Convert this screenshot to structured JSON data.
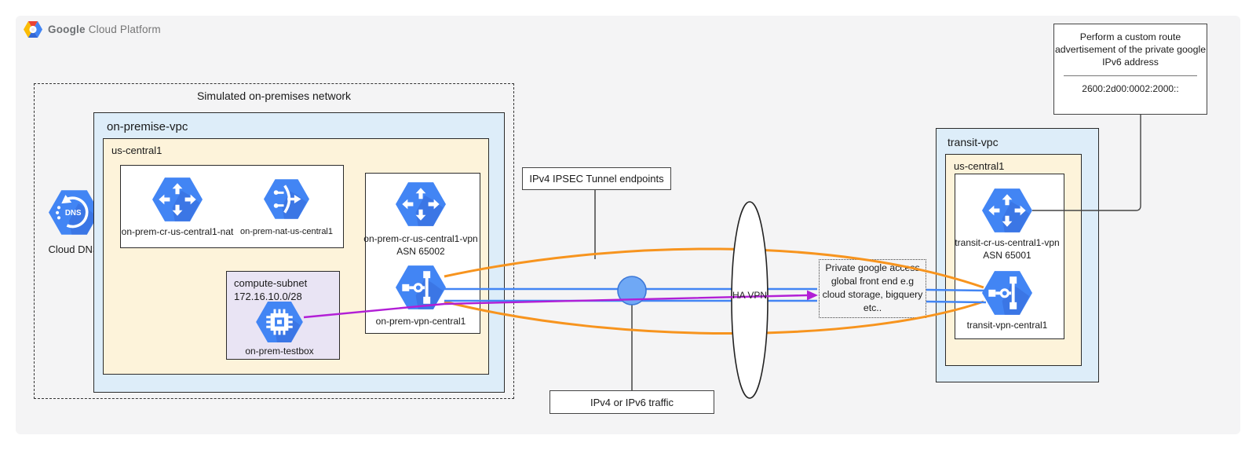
{
  "logo": {
    "part1": "Google",
    "part2": "Cloud Platform"
  },
  "onprem": {
    "outer_label": "Simulated on-premises network",
    "vpc_label": "on-premise-vpc",
    "region_label": "us-central1",
    "dns_label": "Cloud DNS",
    "router_nat_label": "on-prem-cr-us-central1-nat",
    "nat_label": "on-prem-nat-us-central1",
    "subnet_name": "compute-subnet",
    "subnet_cidr": "172.16.10.0/28",
    "testbox_label": "on-prem-testbox",
    "vpn_router_label": "on-prem-cr-us-central1-vpn",
    "vpn_router_asn": "ASN 65002",
    "vpn_gateway_label": "on-prem-vpn-central1"
  },
  "middle": {
    "ipsec_label": "IPv4 IPSEC Tunnel endpoints",
    "traffic_label": "IPv4 or IPv6 traffic",
    "ha_vpn_label": "HA VPN",
    "pga_lines": [
      "Private google access",
      "global front end e.g",
      "cloud storage, bigquery",
      "etc.."
    ]
  },
  "transit": {
    "vpc_label": "transit-vpc",
    "region_label": "us-central1",
    "router_label": "transit-cr-us-central1-vpn",
    "router_asn": "ASN 65001",
    "vpn_gateway_label": "transit-vpn-central1"
  },
  "annotation": {
    "lines": [
      "Perform a custom route",
      "advertisement of the private google",
      "IPv6 address"
    ],
    "address": "2600:2d00:0002:2000::"
  },
  "colors": {
    "canvas_gray": "#f4f4f5",
    "vpc_fill": "#ddedf9",
    "region_fill": "#fdf3da",
    "subnet_fill": "#e9e4f4",
    "icon_blue": "#4285f4",
    "icon_shadow": "#3367d6",
    "tunnel_orange": "#f7941e",
    "line_blue": "#4285f4",
    "line_purple": "#b21fd6"
  }
}
